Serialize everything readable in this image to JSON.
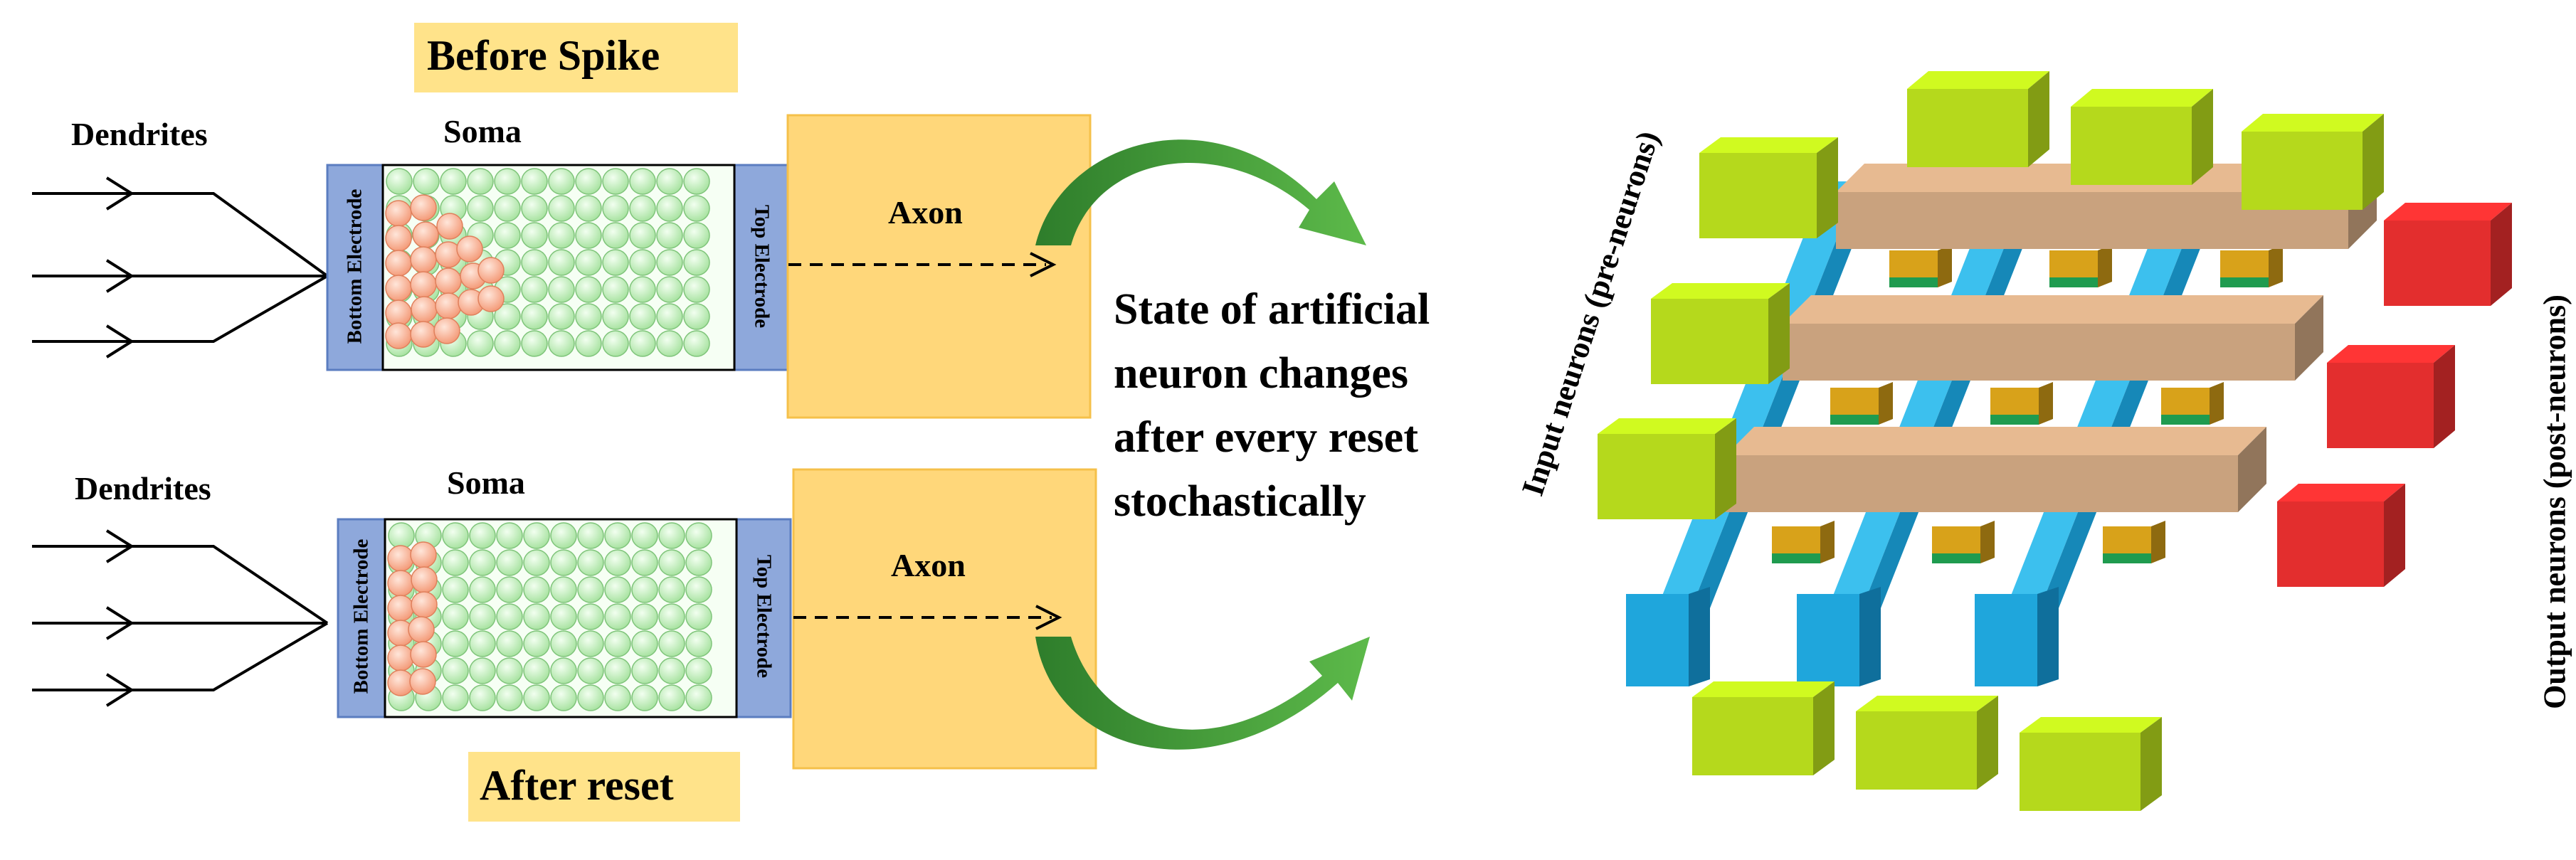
{
  "title_before": "Before Spike",
  "title_after": "After reset",
  "dendrites_label": "Dendrites",
  "soma_label": "Soma",
  "axon_label": "Axon",
  "bottom_electrode_label": "Bottom Electrode",
  "top_electrode_label": "Top Electrode",
  "state_text": [
    "State of artificial",
    "neuron changes",
    "after every reset",
    "stochastically"
  ],
  "input_neurons_label": "Input neurons (pre-neurons)",
  "output_neurons_label": "Output neurons (post-neurons)",
  "colors": {
    "label_bg": "#FFE38A",
    "axon_fill": "#FFD77A",
    "axon_stroke": "#F5C04A",
    "electrode": "#8EA8DB",
    "electrode_stroke": "#5B7DC0",
    "grain_green": "#C6EFC0",
    "grain_orange": "#F8B79A",
    "arrow_green": "#3E9B3C",
    "pre_neuron": "#A8D41E",
    "post_neuron": "#E83232",
    "top_bar": "#C9A27E",
    "bottom_bar": "#1EA2DB"
  }
}
